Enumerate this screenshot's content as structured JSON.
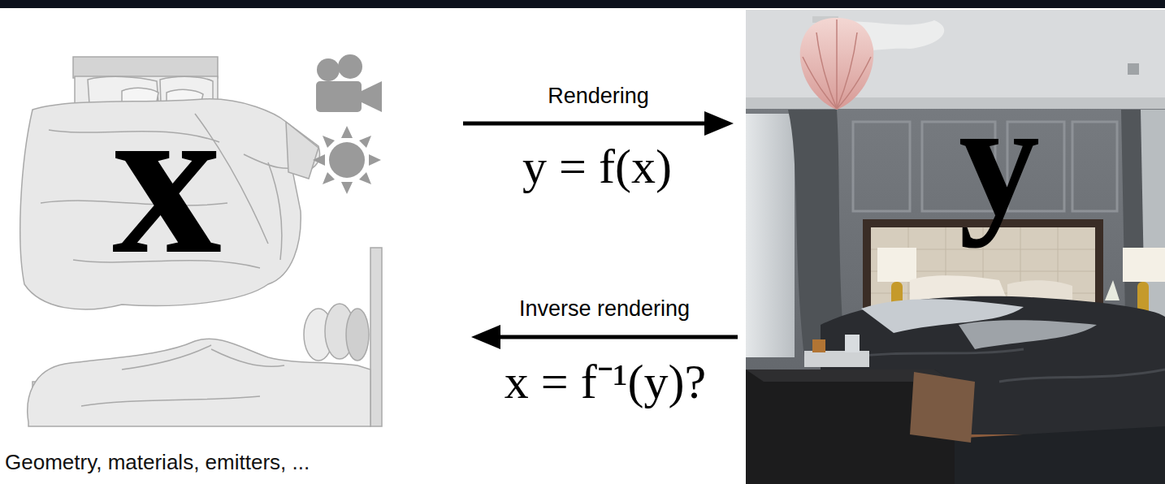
{
  "diagram": {
    "nodes": [
      {
        "text": [
          "x",
          "Geometry, materials, emitters, ..."
        ]
      },
      {
        "text": [
          "y"
        ]
      }
    ],
    "edges": [
      {
        "from": 0,
        "to": 1,
        "arrow": "to",
        "label": "Rendering"
      },
      {
        "from": 1,
        "to": 0,
        "arrow": "to",
        "label": "Inverse rendering"
      }
    ],
    "labels": [
      "y = f(x)",
      "x = f⁻¹(y)?"
    ]
  }
}
